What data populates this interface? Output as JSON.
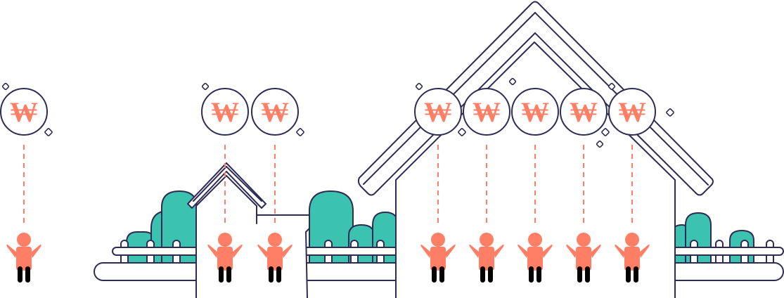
{
  "symbol": "₩",
  "colors": {
    "accent": "#ff7f66",
    "bush": "#3cc3b0",
    "outline": "#2e2b55",
    "background": "#ffffff"
  },
  "groups": [
    {
      "name": "single-person",
      "count": 1
    },
    {
      "name": "small-house",
      "count": 2
    },
    {
      "name": "large-house",
      "count": 5
    }
  ],
  "icons": [
    "won-coin-icon",
    "person-icon",
    "house-icon",
    "bush-icon",
    "fence-icon",
    "sparkle-icon"
  ]
}
